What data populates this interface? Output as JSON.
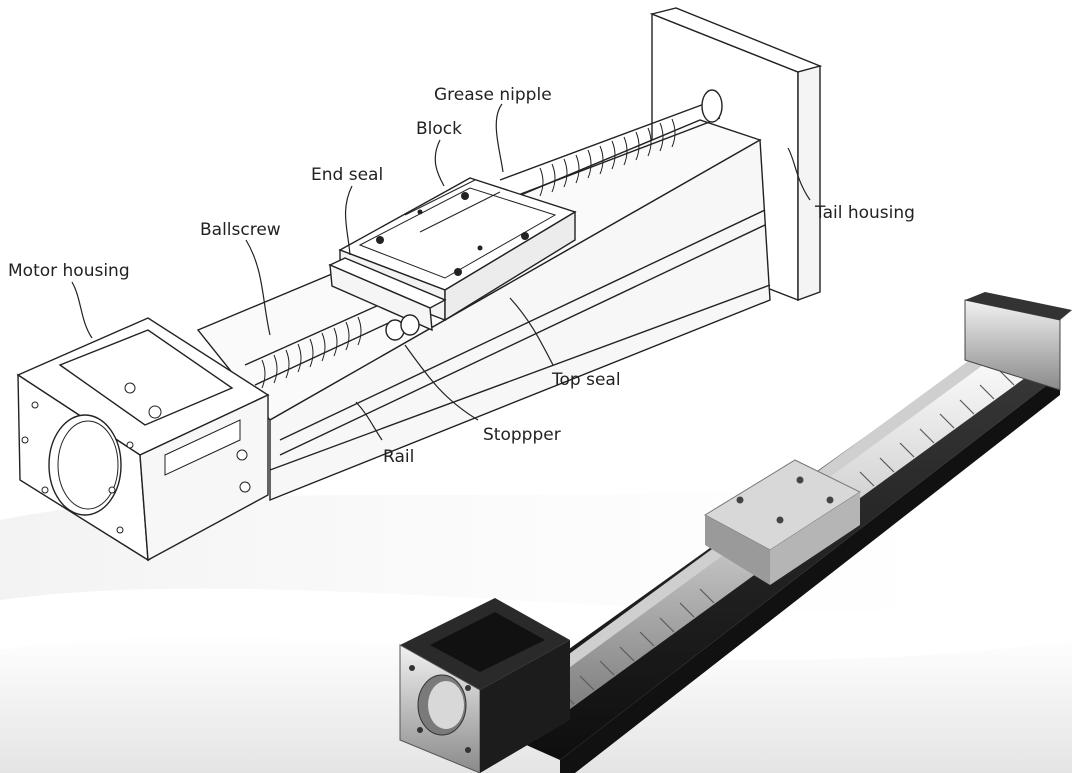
{
  "labels": {
    "grease_nipple": "Grease nipple",
    "block": "Block",
    "end_seal": "End seal",
    "ballscrew": "Ballscrew",
    "motor_housing": "Motor housing",
    "tail_housing": "Tail housing",
    "top_seal": "Top seal",
    "stopper": "Stoppper",
    "rail": "Rail"
  }
}
